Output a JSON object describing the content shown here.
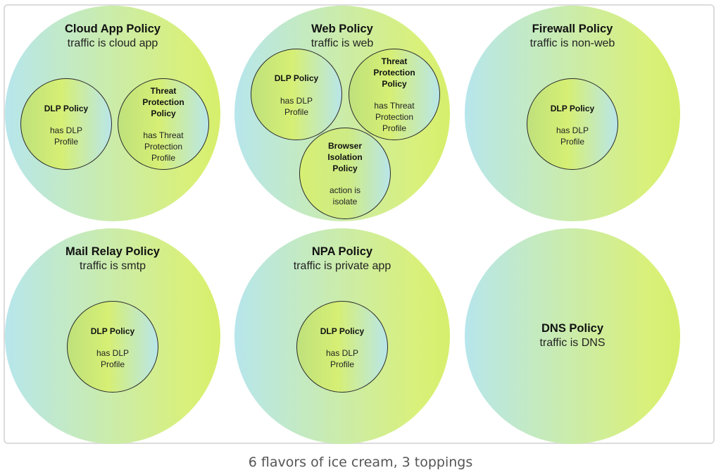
{
  "policies": [
    {
      "title": "Cloud App Policy",
      "subtitle": "traffic is cloud app",
      "children": [
        {
          "title": "DLP Policy",
          "detail": "has DLP Profile"
        },
        {
          "title": "Threat Protection Policy",
          "detail": "has Threat Protection Profile"
        }
      ]
    },
    {
      "title": "Web Policy",
      "subtitle": "traffic is web",
      "children": [
        {
          "title": "DLP Policy",
          "detail": "has DLP Profile"
        },
        {
          "title": "Threat Protection Policy",
          "detail": "has Threat Protection Profile"
        },
        {
          "title": "Browser Isolation Policy",
          "detail": "action is isolate"
        }
      ]
    },
    {
      "title": "Firewall Policy",
      "subtitle": "traffic is non-web",
      "children": [
        {
          "title": "DLP Policy",
          "detail": "has DLP Profile"
        }
      ]
    },
    {
      "title": "Mail Relay Policy",
      "subtitle": "traffic is smtp",
      "children": [
        {
          "title": "DLP Policy",
          "detail": "has DLP Profile"
        }
      ]
    },
    {
      "title": "NPA Policy",
      "subtitle": "traffic is private app",
      "children": [
        {
          "title": "DLP Policy",
          "detail": "has DLP Profile"
        }
      ]
    },
    {
      "title": "DNS Policy",
      "subtitle": "traffic is DNS",
      "children": []
    }
  ],
  "caption": "6 flavors of ice cream, 3 toppings"
}
